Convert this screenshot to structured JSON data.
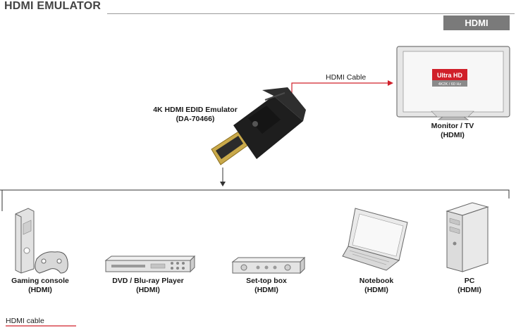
{
  "header": {
    "title": "HDMI EMULATOR",
    "badge": "HDMI"
  },
  "emulator": {
    "name": "4K HDMI EDID Emulator",
    "model": "(DA-70466)"
  },
  "cable_label": "HDMI Cable",
  "monitor": {
    "screen_badge_main": "Ultra HD",
    "screen_badge_sub": "4K2K / 60 Hz",
    "name": "Monitor / TV",
    "port": "(HDMI)"
  },
  "devices": [
    {
      "name": "Gaming console",
      "port": "(HDMI)",
      "icon": "gaming-console-icon"
    },
    {
      "name": "DVD / Blu-ray Player",
      "port": "(HDMI)",
      "icon": "dvd-player-icon"
    },
    {
      "name": "Set-top box",
      "port": "(HDMI)",
      "icon": "set-top-box-icon"
    },
    {
      "name": "Notebook",
      "port": "(HDMI)",
      "icon": "notebook-icon"
    },
    {
      "name": "PC",
      "port": "(HDMI)",
      "icon": "pc-tower-icon"
    }
  ],
  "legend": {
    "label": "HDMI cable",
    "color": "#d0202a"
  },
  "colors": {
    "cable": "#d0202a",
    "line": "#333333"
  }
}
